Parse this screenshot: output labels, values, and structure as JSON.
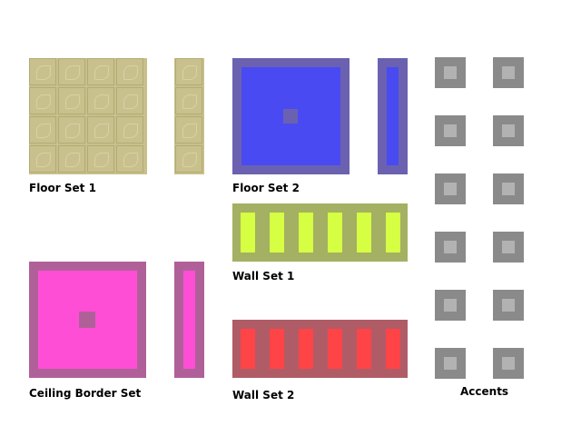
{
  "labels": {
    "floor_set_1": "Floor Set 1",
    "floor_set_2": "Floor Set 2",
    "wall_set_1": "Wall Set 1",
    "wall_set_2": "Wall Set 2",
    "ceiling_border_set": "Ceiling Border Set",
    "accents": "Accents"
  },
  "colors": {
    "floor1_fill": "#c9c18d",
    "floor2_border": "#6a62b0",
    "floor2_fill": "#4a4af2",
    "wall1_border": "#a4b062",
    "wall1_bar": "#d6ff44",
    "wall2_border": "#b05c66",
    "wall2_bar": "#ff4448",
    "ceiling_border": "#b06098",
    "ceiling_fill": "#ff4ed6",
    "accent_outer": "#8a8a8a",
    "accent_inner": "#b2b2b2"
  }
}
